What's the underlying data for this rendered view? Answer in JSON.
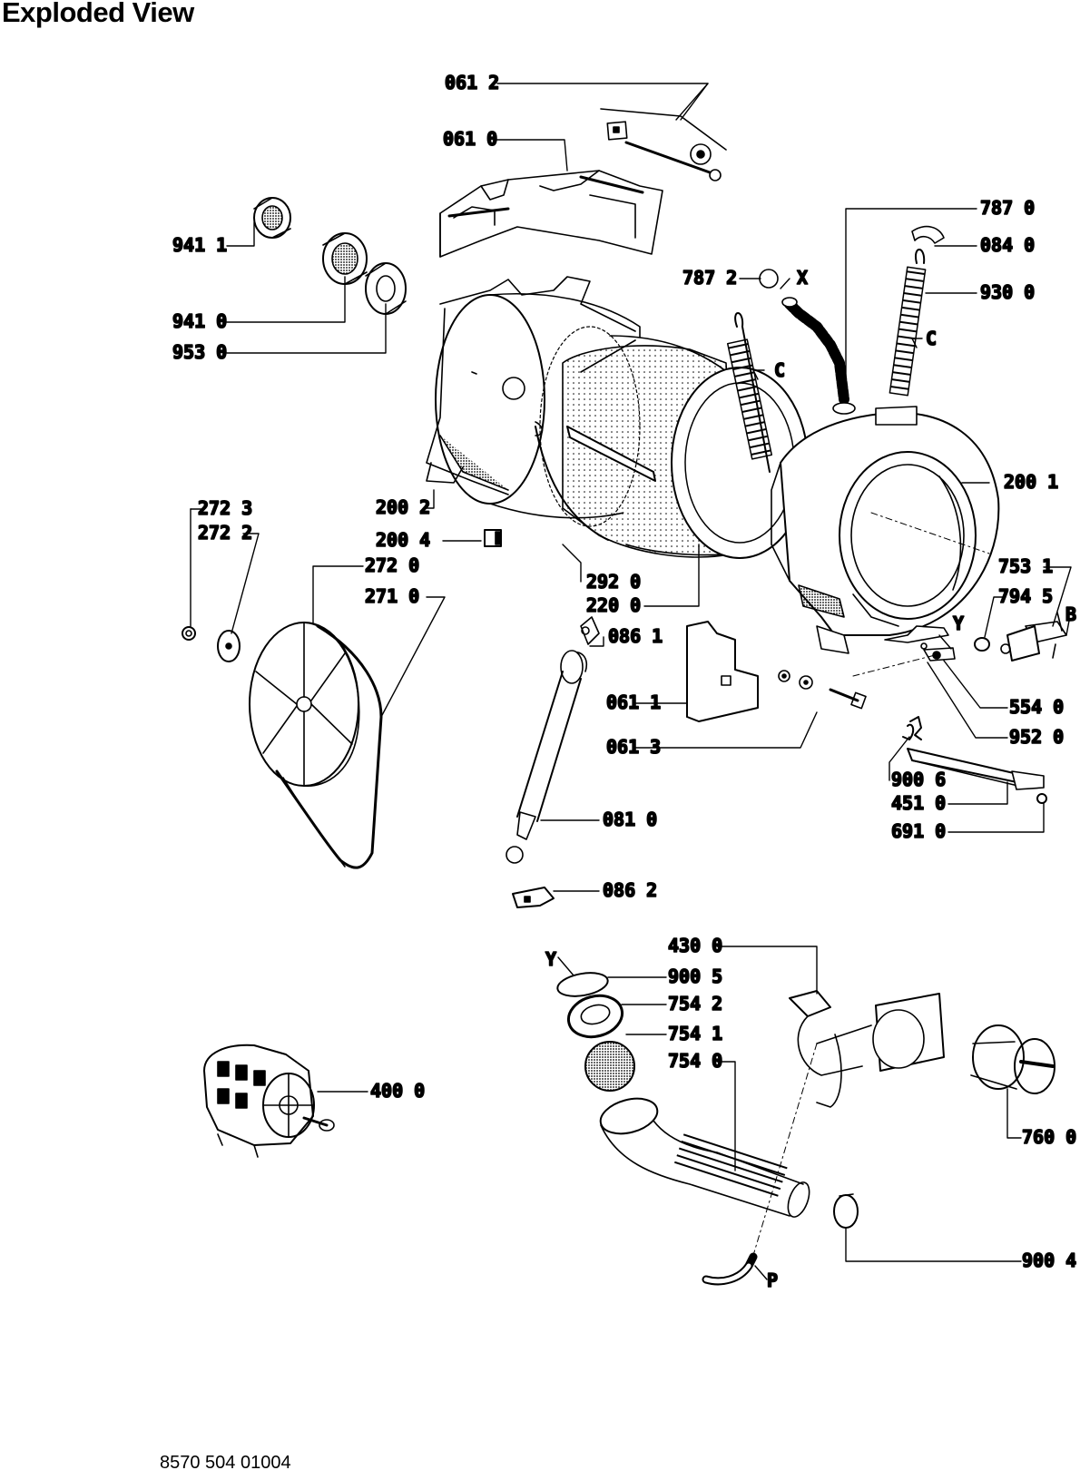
{
  "title": "Exploded View",
  "doc_number": "8570 504 01004",
  "labels": {
    "p0612": "061 2",
    "p0610": "061 0",
    "p9411": "941 1",
    "p9410": "941 0",
    "p9530": "953 0",
    "p7870": "787 0",
    "p0840": "084 0",
    "p7872": "787 2",
    "p9300": "930 0",
    "p2001": "200 1",
    "p2002": "200 2",
    "p2004": "200 4",
    "p2723": "272 3",
    "p2722": "272 2",
    "p2720": "272 0",
    "p2710": "271 0",
    "p2920": "292 0",
    "p2200": "220 0",
    "p0861": "086 1",
    "p0611": "061 1",
    "p0613": "061 3",
    "p0810": "081 0",
    "p0862": "086 2",
    "p7531": "753 1",
    "p7945": "794 5",
    "p5540": "554 0",
    "p9520": "952 0",
    "p9006": "900 6",
    "p4510": "451 0",
    "p6910": "691 0",
    "p4300": "430 0",
    "p9005": "900 5",
    "p7542": "754 2",
    "p7541": "754 1",
    "p7540": "754 0",
    "p7600": "760 0",
    "p4000": "400 0",
    "p9004": "900 4"
  },
  "letters": {
    "x": "X",
    "c1": "C",
    "c2": "C",
    "y1": "Y",
    "b": "B",
    "y2": "Y",
    "p": "P"
  }
}
